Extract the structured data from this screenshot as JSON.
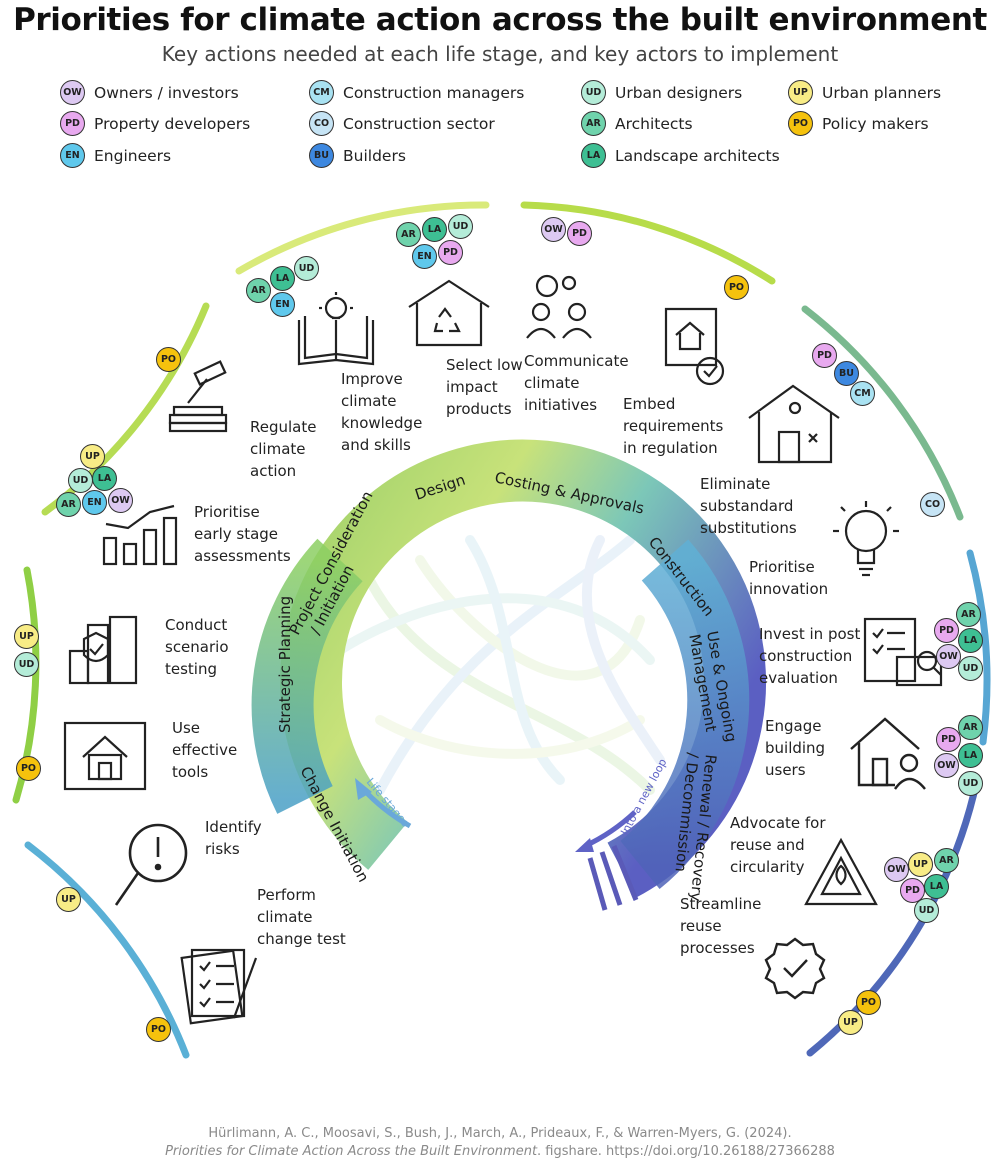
{
  "title": "Priorities for climate action across the built environment",
  "subtitle": "Key actions needed at each life stage, and key actors to implement",
  "colors": {
    "OW": "#ddc9f2",
    "PD": "#e8a9ef",
    "EN": "#5fc8ec",
    "CM": "#a9e2f2",
    "CO": "#c6e4f5",
    "BU": "#3d88e0",
    "UD": "#b4ecd8",
    "AR": "#6fd3ac",
    "LA": "#3ebf93",
    "UP": "#f8ec86",
    "PO": "#f5c20d"
  },
  "legend": [
    {
      "code": "OW",
      "label": "Owners / investors"
    },
    {
      "code": "PD",
      "label": "Property developers"
    },
    {
      "code": "EN",
      "label": "Engineers"
    },
    {
      "code": "CM",
      "label": "Construction managers"
    },
    {
      "code": "CO",
      "label": "Construction sector"
    },
    {
      "code": "BU",
      "label": "Builders"
    },
    {
      "code": "UD",
      "label": "Urban designers"
    },
    {
      "code": "AR",
      "label": "Architects"
    },
    {
      "code": "LA",
      "label": "Landscape architects"
    },
    {
      "code": "UP",
      "label": "Urban planners"
    },
    {
      "code": "PO",
      "label": "Policy makers"
    }
  ],
  "stages": [
    "Strategic Planning",
    "Project Consideration / Initiation",
    "Design",
    "Costing & Approvals",
    "Construction",
    "Use & Ongoing Management",
    "Renewal / Recovery / Decommission",
    "Change Initiation"
  ],
  "loop_labels": {
    "life_stages": "Life stages",
    "new_loop": "Into a new loop"
  },
  "actions": [
    {
      "key": "regulate",
      "label": "Regulate climate action",
      "icon": "gavel-books-icon"
    },
    {
      "key": "improve",
      "label": "Improve climate knowledge and skills",
      "icon": "book-lightbulb-icon"
    },
    {
      "key": "select",
      "label": "Select low impact products",
      "icon": "house-recycle-icon"
    },
    {
      "key": "communicate",
      "label": "Communicate climate initiatives",
      "icon": "people-gear-icon"
    },
    {
      "key": "embed",
      "label": "Embed requirements in regulation",
      "icon": "house-document-check-icon"
    },
    {
      "key": "eliminate",
      "label": "Eliminate substandard substitutions",
      "icon": "damaged-house-icon"
    },
    {
      "key": "innovation",
      "label": "Prioritise innovation",
      "icon": "circuit-bulb-icon"
    },
    {
      "key": "invest",
      "label": "Invest in post construction evaluation",
      "icon": "clipboard-monitor-icon"
    },
    {
      "key": "engage",
      "label": "Engage building users",
      "icon": "house-user-icon"
    },
    {
      "key": "advocate",
      "label": "Advocate for reuse and circularity",
      "icon": "recycle-leaf-icon"
    },
    {
      "key": "streamline",
      "label": "Streamline reuse processes",
      "icon": "check-badge-icon"
    },
    {
      "key": "assess",
      "label": "Prioritise early stage assessments",
      "icon": "bar-chart-icon"
    },
    {
      "key": "scenario",
      "label": "Conduct scenario testing",
      "icon": "city-shield-icon"
    },
    {
      "key": "tools",
      "label": "Use effective tools",
      "icon": "blueprint-icon"
    },
    {
      "key": "risks",
      "label": "Identify risks",
      "icon": "magnifier-alert-icon"
    },
    {
      "key": "test",
      "label": "Perform climate change test",
      "icon": "checklist-pencil-icon"
    }
  ],
  "credit": {
    "line1": "Hürlimann, A. C., Moosavi, S., Bush, J., March, A., Prideaux, F., & Warren-Myers, G. (2024).",
    "line2_title": "Priorities for Climate Action Across the Built Environment",
    "line2_rest": ". figshare. https://doi.org/10.26188/27366288"
  }
}
